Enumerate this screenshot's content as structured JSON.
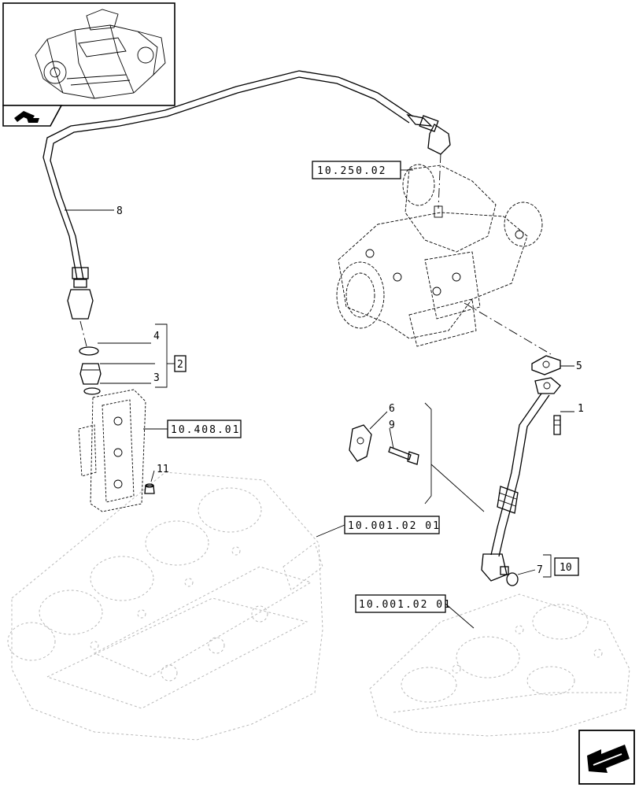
{
  "figure": {
    "callouts": [
      {
        "id": "c1",
        "text": "1"
      },
      {
        "id": "c2",
        "text": "2"
      },
      {
        "id": "c3",
        "text": "3"
      },
      {
        "id": "c4",
        "text": "4"
      },
      {
        "id": "c5",
        "text": "5"
      },
      {
        "id": "c6",
        "text": "6"
      },
      {
        "id": "c7",
        "text": "7"
      },
      {
        "id": "c8",
        "text": "8"
      },
      {
        "id": "c9",
        "text": "9"
      },
      {
        "id": "c10",
        "text": "10"
      },
      {
        "id": "c11",
        "text": "11"
      }
    ],
    "references": [
      {
        "id": "r1",
        "text": "10.250.02"
      },
      {
        "id": "r2",
        "text": "10.408.01"
      },
      {
        "id": "r3",
        "text": "10.001.02 01"
      },
      {
        "id": "r4",
        "text": "10.001.02 01"
      }
    ],
    "icons": {
      "thumbnail": "engine-thumbnail-icon",
      "tab": "book-tab-icon",
      "nav": "previous-page-arrow-icon"
    }
  }
}
